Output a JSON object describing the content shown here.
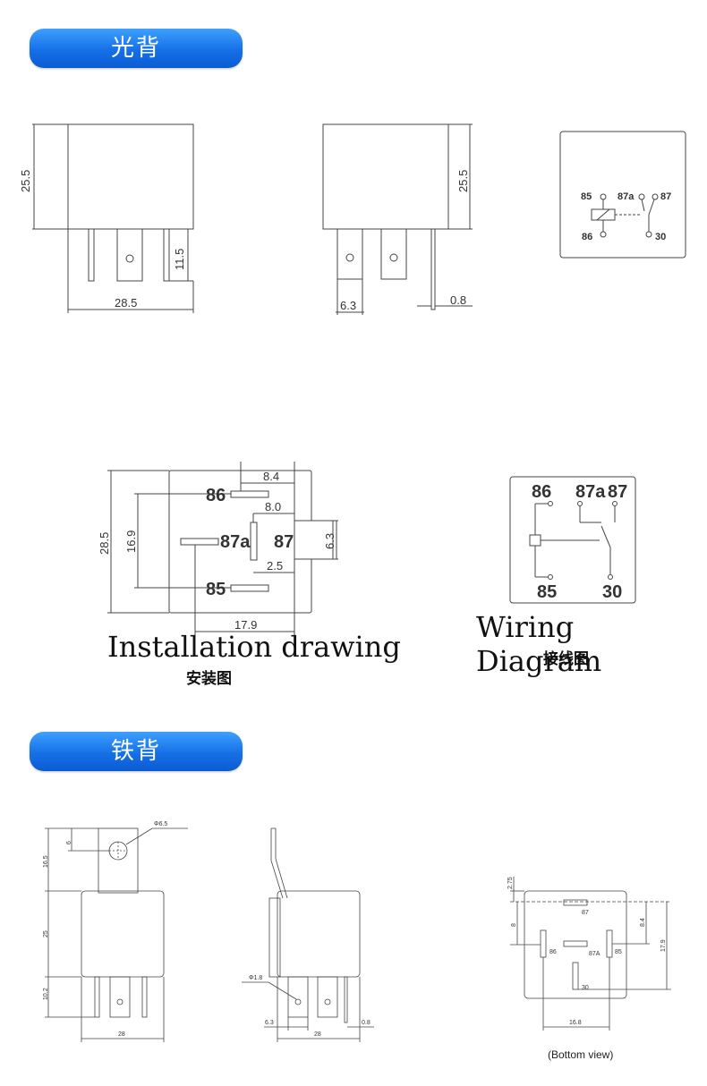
{
  "sections": {
    "glossy": "光背",
    "iron": "铁背"
  },
  "drawing1": {
    "height": "25.5",
    "pin_height": "11.5",
    "width": "28.5"
  },
  "drawing2": {
    "height": "25.5",
    "pin_width": "6.3",
    "thickness": "0.8"
  },
  "schematic_small": {
    "p85": "85",
    "p87a": "87a",
    "p87": "87",
    "p86": "86",
    "p30": "30"
  },
  "installation": {
    "d84": "8.4",
    "d80": "8.0",
    "d285": "28.5",
    "d169": "16.9",
    "d63": "6.3",
    "d25": "2.5",
    "d179": "17.9",
    "p86": "86",
    "p87a": "87a",
    "p87": "87",
    "p85": "85",
    "caption": "Installation drawing",
    "caption_cn": "安装图"
  },
  "wiring": {
    "p86": "86",
    "p87a": "87a",
    "p87": "87",
    "p85": "85",
    "p30": "30",
    "caption": "Wiring Diagram",
    "caption_cn": "接线图"
  },
  "iron1": {
    "hole": "Φ6.5",
    "d6": "6",
    "d165": "16.5",
    "d25": "25",
    "d102": "10.2",
    "d28": "28"
  },
  "iron2": {
    "hole": "Φ1.8",
    "d63": "6.3",
    "d28": "28",
    "d08": "0.8"
  },
  "iron3": {
    "d275": "2.75",
    "d8": "8",
    "d84": "8.4",
    "d179": "17.9",
    "d168": "16.8",
    "p87": "87",
    "p86": "86",
    "p87A": "87A",
    "p85": "85",
    "p30": "30",
    "caption": "(Bottom view)"
  }
}
